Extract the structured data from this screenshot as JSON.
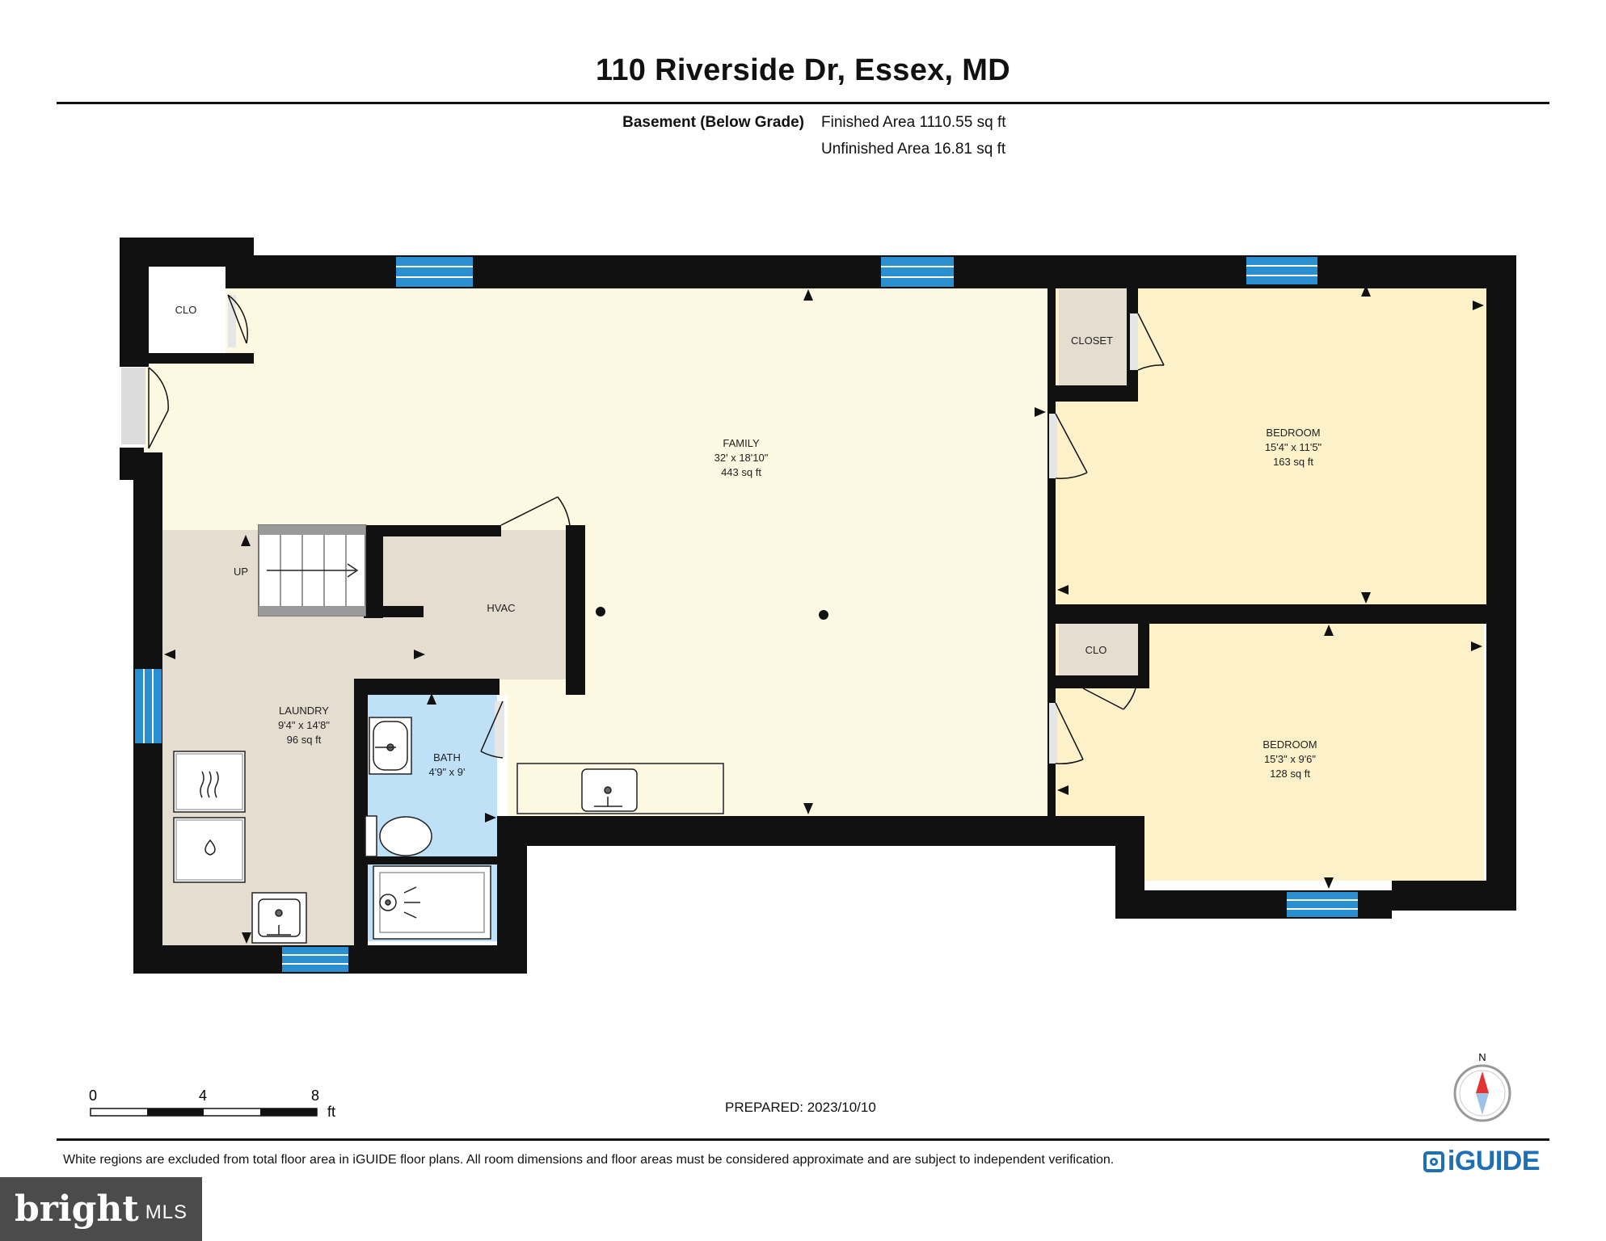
{
  "header": {
    "title": "110 Riverside Dr, Essex, MD",
    "level": "Basement (Below Grade)",
    "finished_area": "Finished Area 1110.55 sq ft",
    "unfinished_area": "Unfinished Area 16.81 sq ft"
  },
  "rooms": {
    "family": {
      "name": "FAMILY",
      "dims": "32' x 18'10\"",
      "area": "443 sq ft"
    },
    "bedroom1": {
      "name": "BEDROOM",
      "dims": "15'4\" x 11'5\"",
      "area": "163 sq ft"
    },
    "bedroom2": {
      "name": "BEDROOM",
      "dims": "15'3\" x 9'6\"",
      "area": "128 sq ft"
    },
    "laundry": {
      "name": "LAUNDRY",
      "dims": "9'4\" x 14'8\"",
      "area": "96 sq ft"
    },
    "bath": {
      "name": "BATH",
      "dims": "4'9\" x 9'"
    },
    "hvac": {
      "name": "HVAC"
    },
    "clo_top": {
      "name": "CLO"
    },
    "closet": {
      "name": "CLOSET"
    },
    "clo_mid": {
      "name": "CLO"
    },
    "stairs": {
      "label": "UP"
    }
  },
  "scale": {
    "t0": "0",
    "t1": "4",
    "t2": "8",
    "unit": "ft"
  },
  "compass": {
    "label": "N"
  },
  "prepared": "PREPARED: 2023/10/10",
  "footer_note": "White regions are excluded from total floor area in iGUIDE floor plans. All room dimensions and floor areas must be considered approximate and are subject to independent verification.",
  "brand": "iGUIDE",
  "mls": {
    "word": "bright",
    "suffix": "MLS"
  },
  "colors": {
    "wall": "#111111",
    "family": "#fdf8e1",
    "bedroom": "#fcf1c9",
    "laundry": "#e6ddd1",
    "bath": "#bfe1f8",
    "closet": "#e6ddd1",
    "window": "#2a8fd1",
    "brand": "#1d6fb6"
  }
}
